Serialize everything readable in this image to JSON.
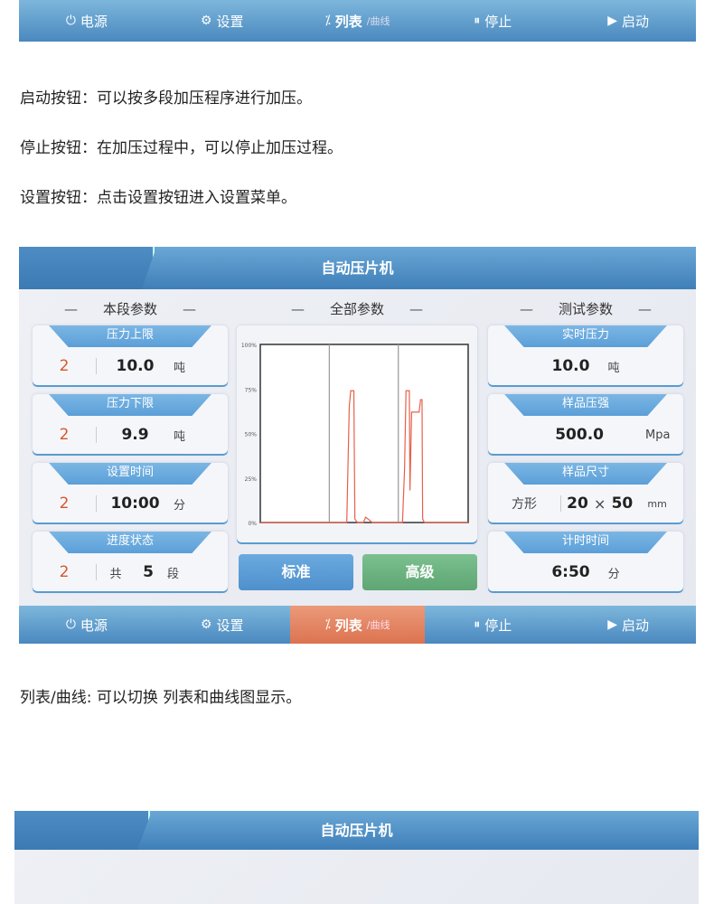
{
  "nav": [
    {
      "icon": "power-icon",
      "label": "电源"
    },
    {
      "icon": "gear-icon",
      "label": "设置"
    },
    {
      "icon": "list-curve-icon",
      "label": "列表",
      "sub": "/曲线"
    },
    {
      "icon": "pause-icon",
      "label": "停止"
    },
    {
      "icon": "play-icon",
      "label": "启动"
    }
  ],
  "desc": {
    "start": "启动按钮：可以按多段加压程序进行加压。",
    "stop": "停止按钮：在加压过程中，可以停止加压过程。",
    "settings": "设置按钮：点击设置按钮进入设置菜单。",
    "list": "列表/曲线: 可以切换 列表和曲线图显示。"
  },
  "screen": {
    "title": "自动压片机",
    "sections": {
      "left": "本段参数",
      "mid": "全部参数",
      "right": "测试参数"
    },
    "left": [
      {
        "label": "压力上限",
        "num": "2",
        "value": "10.0",
        "unit": "吨"
      },
      {
        "label": "压力下限",
        "num": "2",
        "value": "9.9",
        "unit": "吨"
      },
      {
        "label": "设置时间",
        "num": "2",
        "value": "10:00",
        "unit": "分"
      },
      {
        "label": "进度状态",
        "num": "2",
        "pre": "共",
        "value": "5",
        "unit": "段"
      }
    ],
    "right": [
      {
        "label": "实时压力",
        "value": "10.0",
        "unit": "吨"
      },
      {
        "label": "样品压强",
        "value": "500.0",
        "unit": "Mpa"
      },
      {
        "label": "样品尺寸",
        "shape": "方形",
        "w": "20",
        "x": "×",
        "h": "50",
        "unit": "mm"
      },
      {
        "label": "计时时间",
        "value": "6:50",
        "unit": "分"
      }
    ],
    "buttons": {
      "standard": "标准",
      "advanced": "高级"
    }
  },
  "screen2": {
    "title": "自动压片机"
  },
  "colors": {
    "accent": "#4a88bf",
    "active": "#dc7350",
    "series": "#e8604a"
  },
  "chart_data": {
    "type": "line",
    "yticks": [
      "100%",
      "75%",
      "50%",
      "25%",
      "0%"
    ],
    "ylim": [
      0,
      100
    ],
    "xlim": [
      0,
      100
    ],
    "dividers": [
      33.2,
      66.4
    ],
    "x": [
      0,
      41.6,
      42.8,
      43.5,
      45,
      45.5,
      46.7,
      49.6,
      50.7,
      53.9,
      68.4,
      69.4,
      70.1,
      71.7,
      72,
      72.8,
      76.4,
      77.1,
      77.8,
      78.1,
      79,
      100
    ],
    "y": [
      0,
      0,
      65,
      74,
      74,
      2,
      0,
      0,
      3,
      0,
      0,
      30,
      74,
      74,
      18,
      62,
      62,
      69,
      69,
      2,
      0,
      0
    ]
  }
}
